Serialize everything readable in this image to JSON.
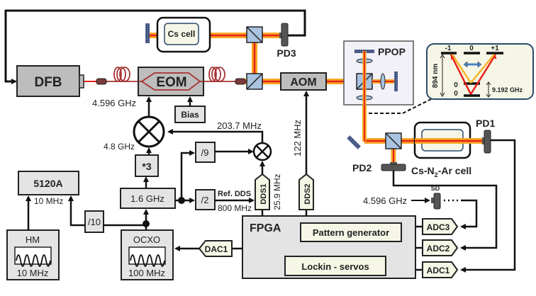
{
  "colors": {
    "beam_outer": "#f7a823",
    "beam_inner": "#e8201a",
    "fiber": "#a63232",
    "box_gray": "#bdbdbd",
    "box_light": "#e4e4e4",
    "box_cream": "#f6f6e6",
    "splitter": "#a9c3e0",
    "detector": "#555555",
    "mirror": "#3d4f7a",
    "inset_border": "#2c4a6e",
    "arrow_blue": "#4a86c5"
  },
  "optics": {
    "dfb": "DFB",
    "eom": "EOM",
    "aom": "AOM",
    "cs_cell": "Cs cell",
    "pd3": "PD3",
    "ppop": "PPOP",
    "pd1": "PD1",
    "pd2": "PD2",
    "cs_n2_ar_cell": {
      "prefix": "Cs-N",
      "sub": "2",
      "suffix": "-Ar cell"
    }
  },
  "energy_levels": {
    "upper_labels": [
      "-1",
      "0",
      "+1"
    ],
    "lower_labels": [
      "0",
      "0"
    ],
    "wavelength": "894 nm",
    "splitting": "9.192 GHz"
  },
  "electronics": {
    "bias": "Bias",
    "mixer_out": "4.596 GHz",
    "mult_out": "4.8 GHz",
    "mult": "*3",
    "div9": "/9",
    "div2": "/2",
    "div10": "/10",
    "synth": "1.6 GHz",
    "dds1_freq": "203.7 MHz",
    "ref_dds": "Ref. DDS",
    "ref_freq": "800 MHz",
    "dds1": "DDS1",
    "dds1_out": "25.9 MHz",
    "dds2": "DDS2",
    "dds2_out": "122 MHz",
    "counter": "5120A",
    "counter_in": "10 MHz",
    "hm": "HM",
    "hm_freq": "10 MHz",
    "ocxo": "OCXO",
    "ocxo_freq": "100 MHz",
    "dac1": "DAC1",
    "fpga": "FPGA",
    "pattern": "Pattern generator",
    "lockin": "Lockin - servos",
    "adc3": "ADC3",
    "adc2": "ADC2",
    "adc1": "ADC1",
    "sd": "SD",
    "sd_in": "4.596 GHz"
  }
}
